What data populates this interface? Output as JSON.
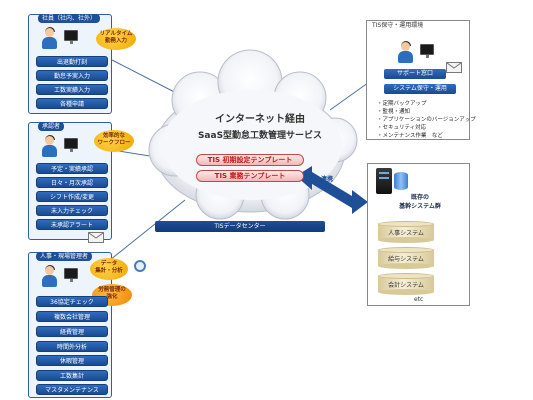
{
  "panels": {
    "employee": {
      "title": "社員（社内、社外）",
      "bubble": "リアルタイム\n勤務入力",
      "items": [
        "出退勤打刻",
        "勤怠予実入力",
        "工数実績入力",
        "各種申請"
      ]
    },
    "approver": {
      "title": "承認者",
      "bubble": "効率的な\nワークフロー",
      "items": [
        "予定・実績承認",
        "日々・月次承認",
        "シフト作成/変更",
        "未入力チェック",
        "未承認アラート"
      ]
    },
    "hr": {
      "title": "人事・現場管理者",
      "bubble_data": "データ\n集計・分析",
      "bubble_labor": "労務管理の\n強化",
      "items": [
        "36協定チェック",
        "複数会社管理",
        "経費管理",
        "時間外分析",
        "休暇管理",
        "工数集計",
        "マスタメンテナンス"
      ]
    }
  },
  "cloud": {
    "line1": "インターネット経由",
    "line2": "SaaS型勤怠工数管理サービス",
    "template1": "TIS 初期設定テンプレート",
    "template2": "TIS 業務テンプレート",
    "datacenter": "TISデータセンター"
  },
  "link": {
    "label": "連携"
  },
  "ops": {
    "title": "TIS保守・運用環境",
    "support": "サポート窓口",
    "maintenance": "システム保守・運用",
    "bullets": [
      "・定期バックアップ",
      "・監視・通知",
      "・アプリケーションのバージョンアップ",
      "・セキュリティ対応",
      "・メンテナンス作業　など"
    ]
  },
  "systems": {
    "title": "既存の\n基幹システム群",
    "items": [
      "人事システム",
      "給与システム",
      "会計システム"
    ],
    "etc": "etc"
  },
  "colors": {
    "brand_blue": "#1f4f96",
    "accent_red": "#c01818",
    "bubble_yellow": "#f0a800"
  }
}
